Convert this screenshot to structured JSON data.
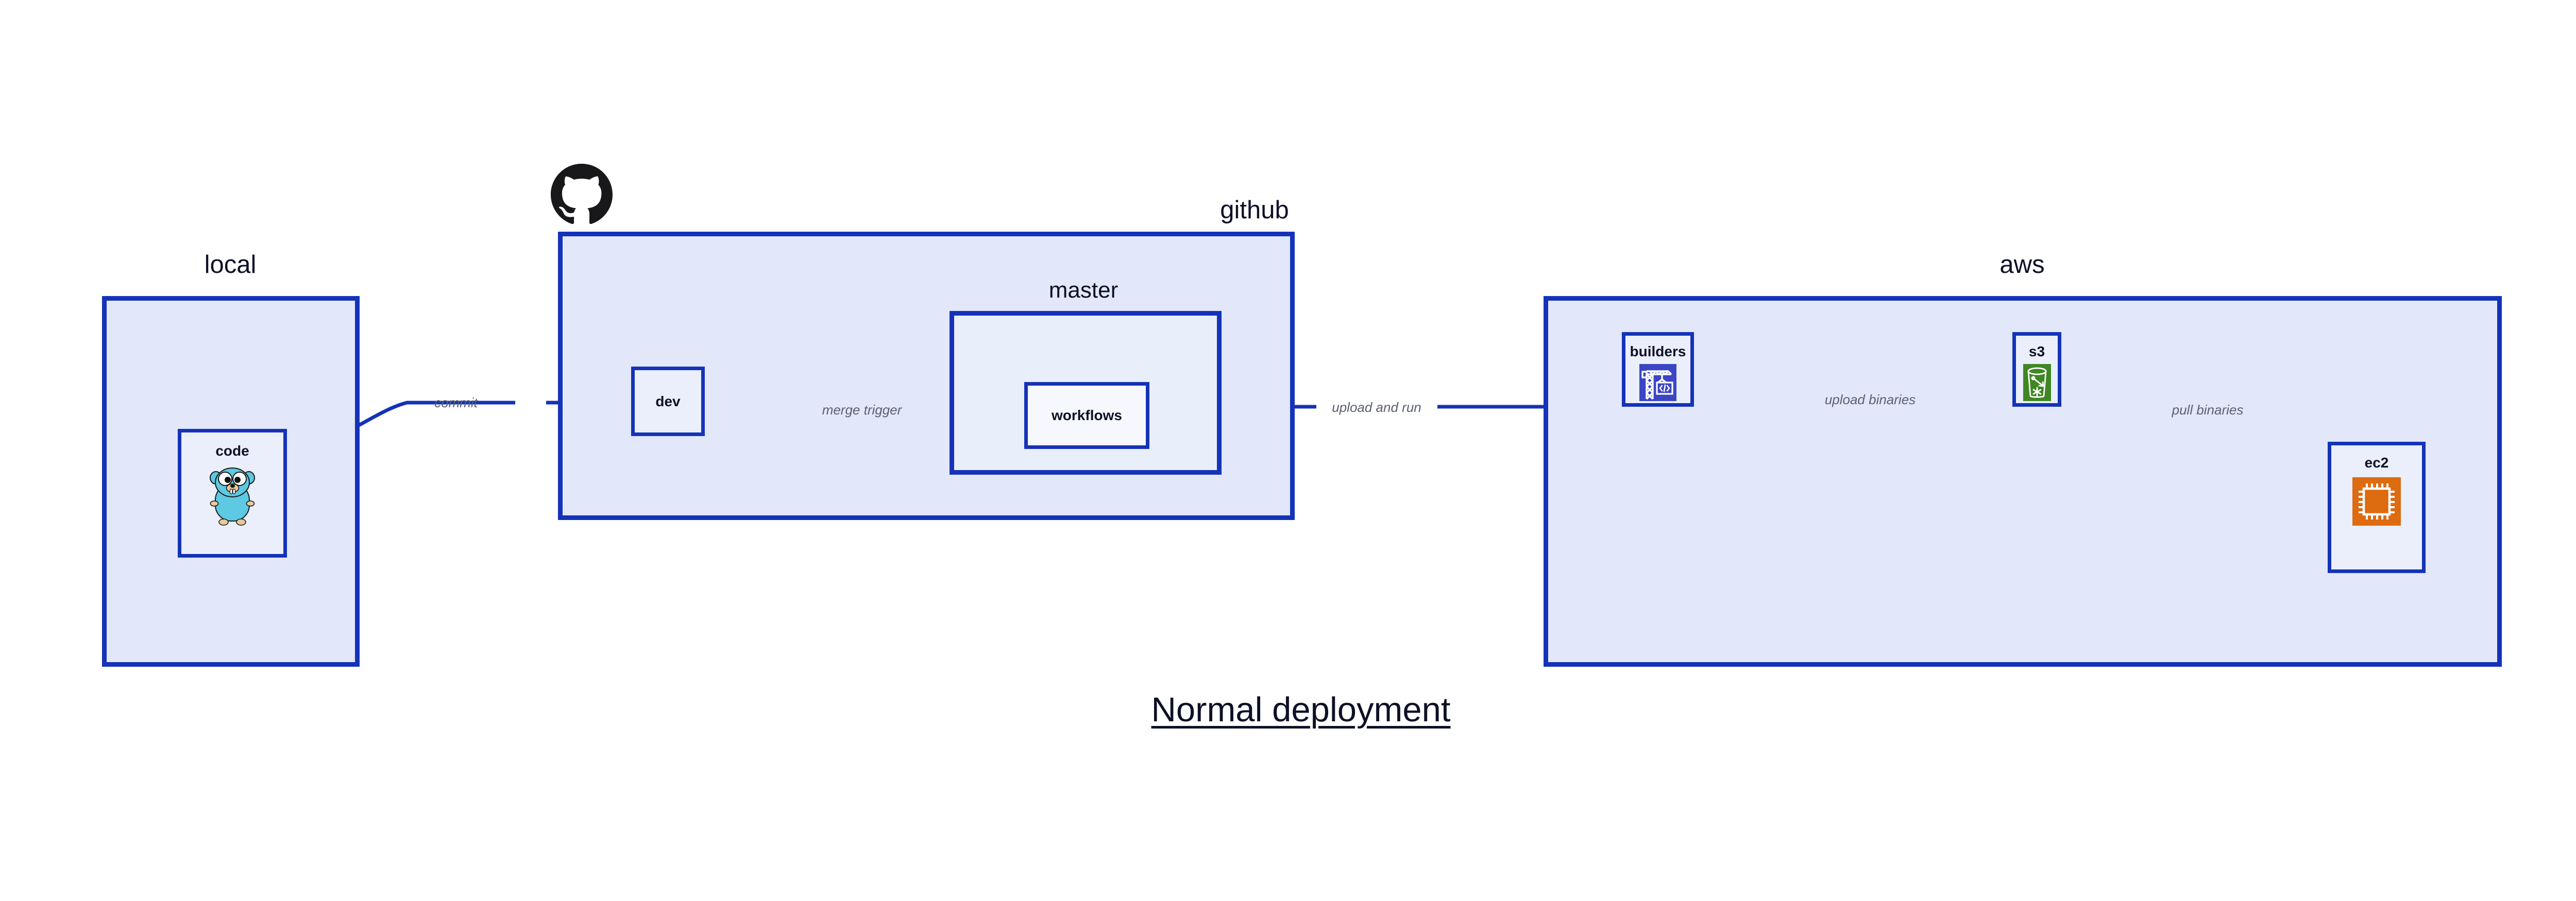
{
  "diagram": {
    "title": "Normal deployment",
    "background": "#ffffff",
    "accent_border": "#1433B8",
    "group_fill_level1": "#E2E7F9",
    "group_fill_level2": "#E9EEFB",
    "node_fill": "#EAEFFB",
    "label_color": "#0D1126",
    "edge_label_color": "#5C6070"
  },
  "groups": {
    "local": {
      "label": "local"
    },
    "github": {
      "label": "github"
    },
    "master": {
      "label": "master"
    },
    "aws": {
      "label": "aws"
    }
  },
  "nodes": {
    "code": {
      "label": "code",
      "icon": "go-gopher-icon"
    },
    "dev": {
      "label": "dev"
    },
    "workflows": {
      "label": "workflows"
    },
    "builders": {
      "label": "builders",
      "icon": "crane-code-icon",
      "icon_color": "#3B46C4"
    },
    "s3": {
      "label": "s3",
      "icon": "s3-bucket-icon",
      "icon_color": "#3F8624"
    },
    "ec2": {
      "label": "ec2",
      "icon": "cpu-chip-icon",
      "icon_color": "#DD6B10"
    }
  },
  "edges": [
    {
      "id": "commit",
      "label": "commit",
      "from": "code",
      "to": "dev"
    },
    {
      "id": "merge-trigger",
      "label": "merge trigger",
      "from": "dev",
      "to": "workflows"
    },
    {
      "id": "upload-and-run",
      "label": "upload and run",
      "from": "workflows",
      "to": "builders"
    },
    {
      "id": "upload-binaries",
      "label": "upload binaries",
      "from": "builders",
      "to": "s3"
    },
    {
      "id": "pull-binaries",
      "label": "pull binaries",
      "from": "s3",
      "to": "ec2"
    }
  ],
  "logos": {
    "github": {
      "name": "github-octocat-logo",
      "color": "#18181B"
    }
  }
}
